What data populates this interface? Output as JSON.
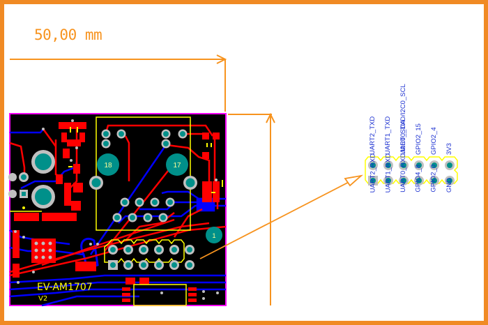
{
  "dimension": {
    "label": "50,00 mm",
    "value": 50.0,
    "unit": "mm"
  },
  "board": {
    "name": "EV-AM1707",
    "revision": "V2",
    "mounting_holes": [
      "18",
      "17"
    ],
    "pin1_marker": "1"
  },
  "header": {
    "rows": 2,
    "cols": 6,
    "top_row_labels": [
      "UART2_TXD",
      "UART1_TXD",
      "UART0_TXD/I2C0_SCL",
      "GPIO2_15",
      "GPIO2_4",
      "3V3"
    ],
    "bottom_row_labels": [
      "UART2_RXD",
      "UART1_RXD",
      "UART0_RXD/I2C0_SDA",
      "GPIO4_8",
      "GPIO2_0",
      "GND"
    ]
  },
  "colors": {
    "frame": "#f08a24",
    "dimension": "#f7931e",
    "pcb_background": "#000000",
    "board_outline": "#ff00ff",
    "top_copper": "#ff0000",
    "bottom_copper": "#0000ff",
    "silkscreen": "#ffff00",
    "pad": "#c0c0c0",
    "drill": "#00908a",
    "pin_label": "#1a2fd0"
  }
}
